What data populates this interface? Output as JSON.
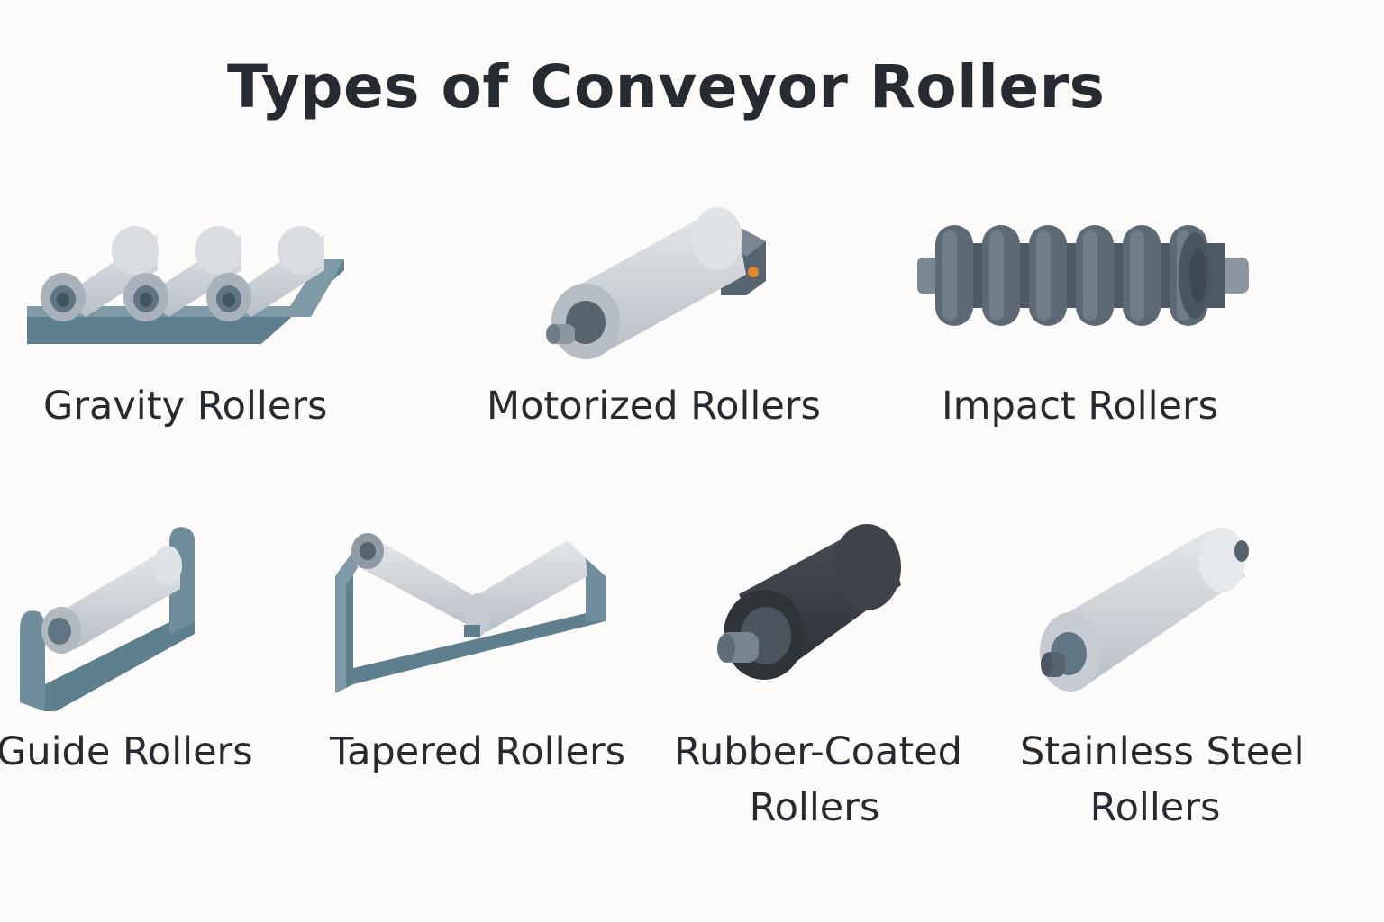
{
  "title": "Types of Conveyor Rollers",
  "items": [
    {
      "label": "Gravity Rollers",
      "icon": "gravity-rollers-icon"
    },
    {
      "label": "Motorized Rollers",
      "icon": "motorized-roller-icon"
    },
    {
      "label": "Impact Rollers",
      "icon": "impact-roller-icon"
    },
    {
      "label": "Guide Rollers",
      "icon": "guide-roller-icon"
    },
    {
      "label": "Tapered Rollers",
      "icon": "tapered-rollers-icon"
    },
    {
      "label_lines": [
        "Rubber-Coated",
        "Rollers"
      ],
      "icon": "rubber-coated-roller-icon"
    },
    {
      "label_lines": [
        "Stainless Steel",
        "Rollers"
      ],
      "icon": "stainless-steel-roller-icon"
    }
  ],
  "colors": {
    "frame": "#5e7f8e",
    "roller_light": "#d5d9dd",
    "roller_mid": "#a9b0b8",
    "dark_steel": "#56646f",
    "rubber": "#3a3f45",
    "motor_dot": "#e28a2b",
    "background": "#fcfbf9"
  }
}
